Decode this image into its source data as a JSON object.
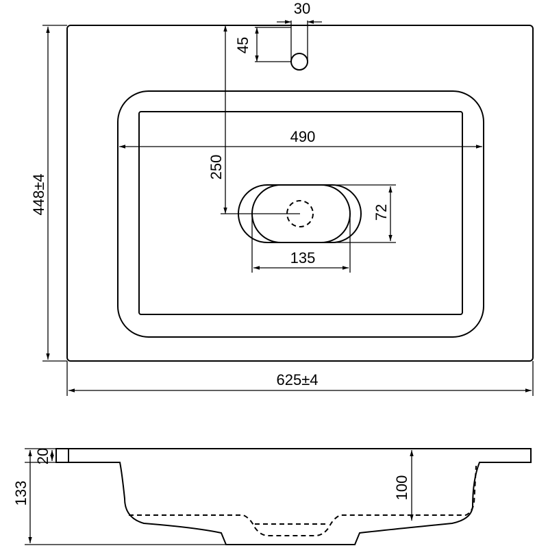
{
  "dimensions": {
    "faucet_hole_diameter": "30",
    "faucet_hole_offset": "45",
    "bowl_inner_width": "490",
    "drain_offset": "250",
    "overall_depth": "448±4",
    "drain_slot_height": "72",
    "drain_slot_width": "135",
    "overall_width": "625±4",
    "rim_thickness": "20",
    "overall_height": "133",
    "bowl_depth": "100"
  }
}
